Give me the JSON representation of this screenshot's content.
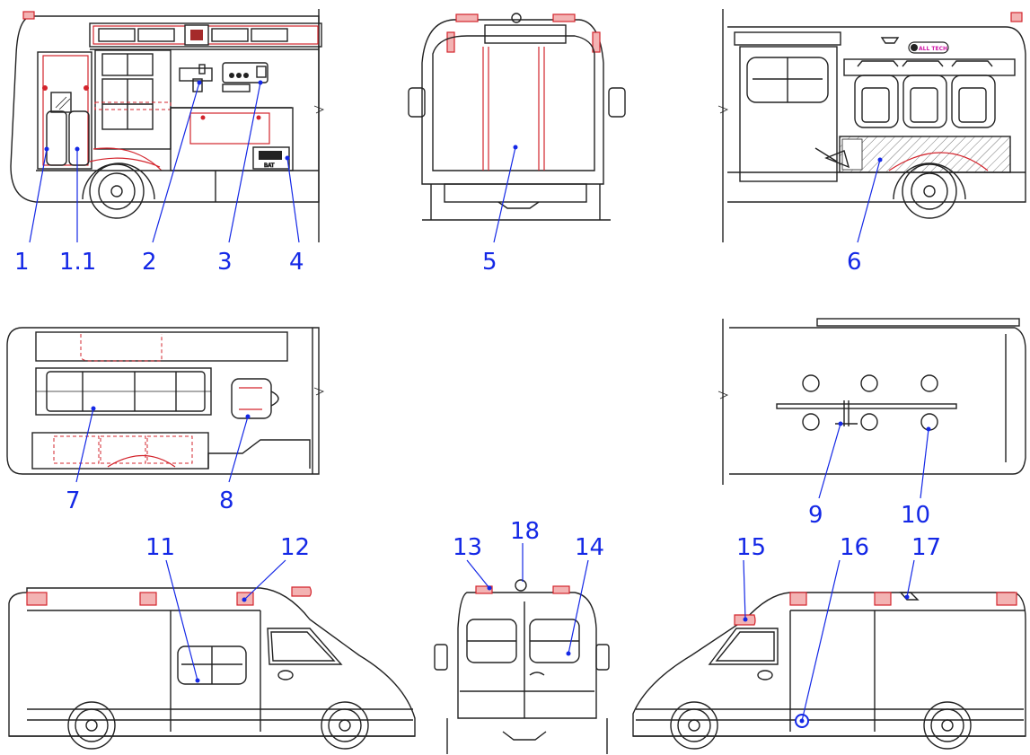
{
  "callouts": [
    {
      "id": "1",
      "text": "1"
    },
    {
      "id": "1.1",
      "text": "1.1"
    },
    {
      "id": "2",
      "text": "2"
    },
    {
      "id": "3",
      "text": "3"
    },
    {
      "id": "4",
      "text": "4"
    },
    {
      "id": "5",
      "text": "5"
    },
    {
      "id": "6",
      "text": "6"
    },
    {
      "id": "7",
      "text": "7"
    },
    {
      "id": "8",
      "text": "8"
    },
    {
      "id": "9",
      "text": "9"
    },
    {
      "id": "10",
      "text": "10"
    },
    {
      "id": "11",
      "text": "11"
    },
    {
      "id": "12",
      "text": "12"
    },
    {
      "id": "13",
      "text": "13"
    },
    {
      "id": "14",
      "text": "14"
    },
    {
      "id": "15",
      "text": "15"
    },
    {
      "id": "16",
      "text": "16"
    },
    {
      "id": "17",
      "text": "17"
    },
    {
      "id": "18",
      "text": "18"
    }
  ],
  "panel_labels": {
    "battery": "BAT",
    "brand_badge": "ALL TECH"
  },
  "colors": {
    "callout": "#1428e6",
    "outline": "#222222",
    "equipment_red": "#d3242c",
    "badge_magenta": "#d01aa8"
  }
}
